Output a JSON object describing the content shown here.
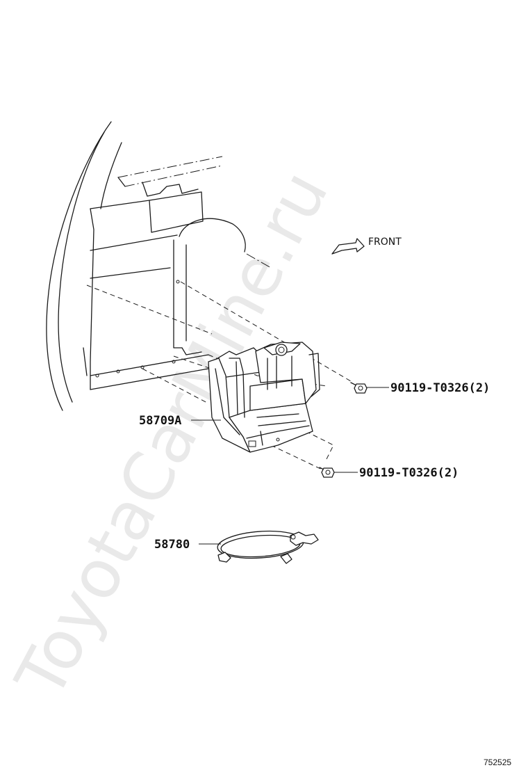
{
  "watermark": "ToyotaCarMine.ru",
  "direction": {
    "label": "FRONT"
  },
  "callouts": [
    {
      "part_no": "58709A"
    },
    {
      "part_no": "90119-T0326(2)"
    },
    {
      "part_no": "90119-T0326(2)"
    },
    {
      "part_no": "58780"
    }
  ],
  "diagram_ref": "752525"
}
